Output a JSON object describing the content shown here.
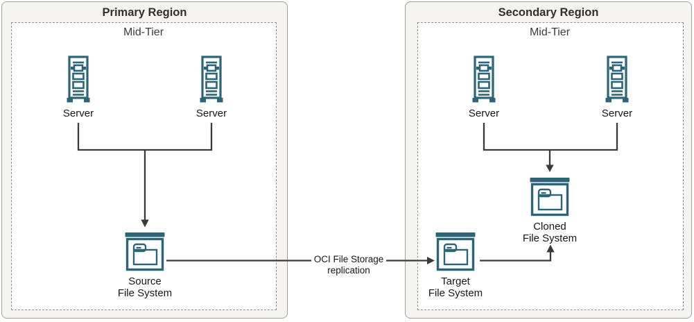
{
  "colors": {
    "icon_teal": "#2b6577",
    "connector": "#3a3a3a",
    "region_background": "#f4f3f1",
    "region_border": "#a5a099",
    "tier_border_dotted": "#8f8f8f"
  },
  "icons": {
    "server": "server-icon",
    "file_system": "file-system-icon"
  },
  "primary": {
    "title": "Primary Region",
    "tier_label": "Mid-Tier",
    "server_left_label": "Server",
    "server_right_label": "Server",
    "source_fs": {
      "line1": "Source",
      "line2": "File System"
    }
  },
  "secondary": {
    "title": "Secondary Region",
    "tier_label": "Mid-Tier",
    "server_left_label": "Server",
    "server_right_label": "Server",
    "target_fs": {
      "line1": "Target",
      "line2": "File System"
    },
    "cloned_fs": {
      "line1": "Cloned",
      "line2": "File System"
    }
  },
  "replication_label": {
    "line1": "OCI File Storage",
    "line2": "replication"
  }
}
